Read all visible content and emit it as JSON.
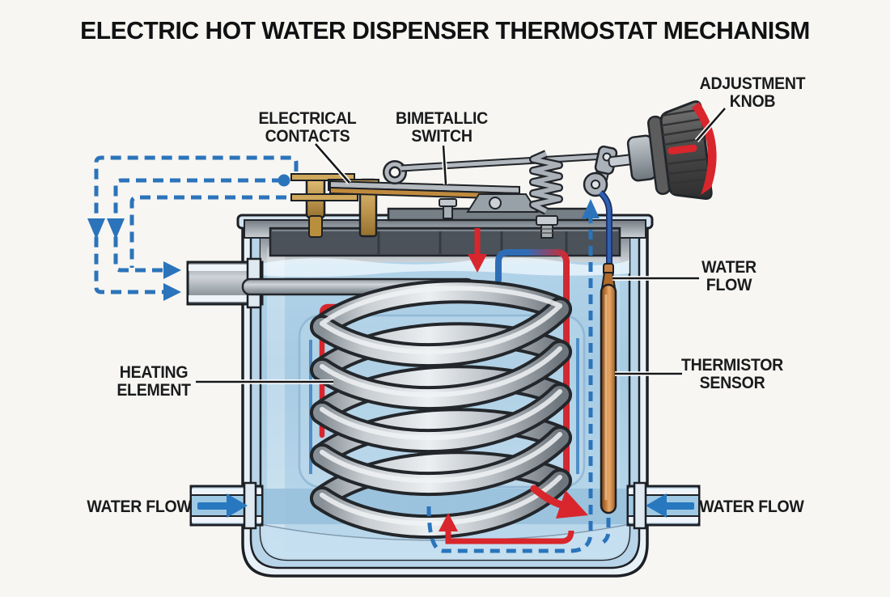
{
  "title": "ELECTRIC HOT WATER DISPENSER THERMOSTAT MECHANISM",
  "labels": {
    "electrical_contacts": {
      "line1": "ELECTRICAL",
      "line2": "CONTACTS"
    },
    "bimetallic_switch": {
      "line1": "BIMETALLIC",
      "line2": "SWITCH"
    },
    "adjustment_knob": {
      "line1": "ADJUSTMENT",
      "line2": "KNOB"
    },
    "water_flow_upper": {
      "line1": "WATER",
      "line2": "FLOW"
    },
    "thermistor_sensor": {
      "line1": "THERMISTOR",
      "line2": "SENSOR"
    },
    "heating_element": {
      "line1": "HEATING",
      "line2": "ELEMENT"
    },
    "water_flow_left": "WATER FLOW",
    "water_flow_right": "WATER FLOW"
  },
  "colors": {
    "background": "#f7f6f2",
    "flow_blue": "#2b74bb",
    "hot_red": "#d8262c",
    "copper": "#c9813f",
    "brass": "#c19a52",
    "water": "#a6cbe3",
    "tank_wall": "#b7d4e8",
    "metal": "#b7bdc3",
    "outline": "#1d2025"
  }
}
